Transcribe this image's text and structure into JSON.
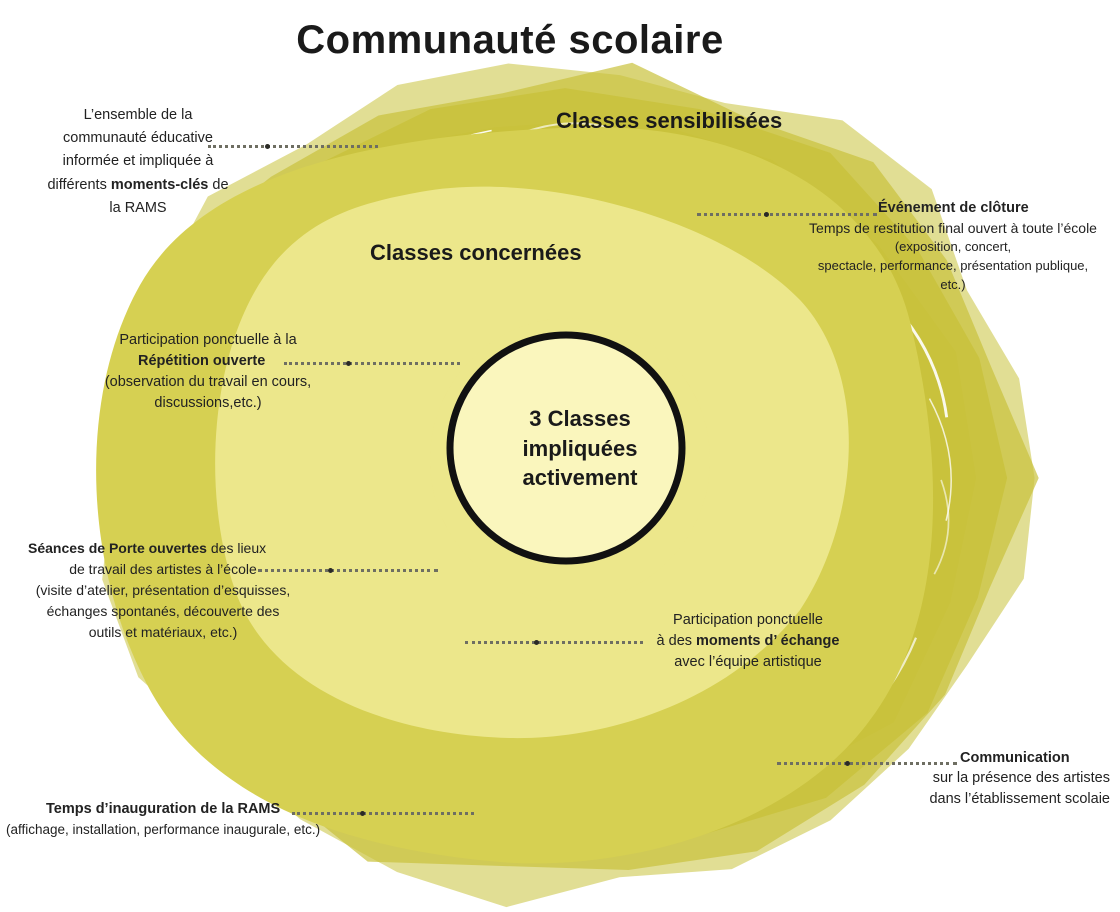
{
  "title": "Communauté scolaire",
  "colors": {
    "outer": "#c9c23c",
    "middle": "#d6d052",
    "inner": "#ece78b",
    "core": "#faf6bd",
    "ring": "#111111"
  },
  "rings": {
    "outer_label": "Classes sensibilisées",
    "middle_label": "Classes concernées",
    "core_lines": [
      "3 Classes",
      "impliquées",
      "activement"
    ]
  },
  "notes": {
    "communaute": {
      "l1": "L’ensemble de la",
      "l2": "communauté éducative",
      "l3": "informée et impliquée à",
      "l4_a": "différents ",
      "l4_b": "moments-clés",
      "l4_c": " de",
      "l5": "la RAMS"
    },
    "evenement": {
      "heading": "Événement de clôture",
      "l1": "Temps de restitution final ouvert à toute l’école",
      "l2": "(exposition, concert,",
      "l3": "spectacle, performance, présentation publique,",
      "l4": "etc.)"
    },
    "repetition": {
      "l1": "Participation ponctuelle à la",
      "heading": "Répétition ouverte",
      "l2": "(observation du travail en cours,",
      "l3": "discussions,etc.)"
    },
    "seances": {
      "heading": "Séances de Porte ouvertes",
      "l1_rest": " des lieux",
      "l2": "de travail des artistes à l’école",
      "l3": "(visite d’atelier, présentation d’esquisses,",
      "l4": "échanges spontanés, découverte des",
      "l5": "outils et matériaux, etc.)"
    },
    "echange": {
      "l1": "Participation ponctuelle",
      "l2_a": "à des ",
      "l2_b": "moments d’ échange",
      "l3": "avec l’équipe artistique"
    },
    "communication": {
      "heading": "Communication",
      "l1": "sur la présence des artistes",
      "l2": "dans l’établissement scolaie"
    },
    "inauguration": {
      "heading": "Temps d’inauguration de la RAMS",
      "l1": "(affichage, installation, performance inaugurale, etc.)"
    }
  }
}
